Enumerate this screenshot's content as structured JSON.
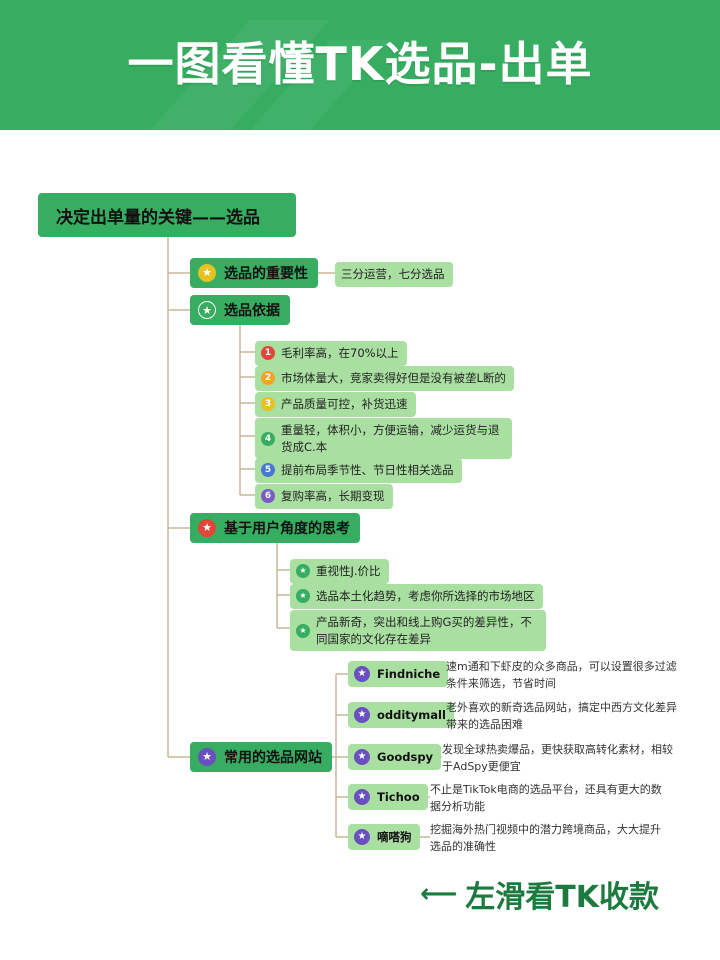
{
  "title": "一图看懂TK选品-出单",
  "root": "决定出单量的关键——选品",
  "importance": {
    "label": "选品的重要性",
    "note": "三分运营，七分选品"
  },
  "basis": {
    "label": "选品依据",
    "items": [
      {
        "no": "1",
        "text": "毛利率高，在70%以上",
        "color": "#e0463a"
      },
      {
        "no": "2",
        "text": "市场体量大，竞家卖得好但是没有被垄L断的",
        "color": "#f0a32b"
      },
      {
        "no": "3",
        "text": "产品质量可控，补货迅速",
        "color": "#e6c221"
      },
      {
        "no": "4",
        "text": "重量轻，体积小，方便运输，减少运货与退货成C.本",
        "color": "#36ad60"
      },
      {
        "no": "5",
        "text": "提前布局季节性、节日性相关选品",
        "color": "#4a76d4"
      },
      {
        "no": "6",
        "text": "复购率高，长期变现",
        "color": "#7b5ac8"
      }
    ]
  },
  "user": {
    "label": "基于用户角度的思考",
    "items": [
      "重视性J.价比",
      "选品本土化趋势，考虑你所选择的市场地区",
      "产品新奇，突出和线上购G买的差异性，不同国家的文化存在差异"
    ]
  },
  "tools": {
    "label": "常用的选品网站",
    "items": [
      {
        "name": "Findniche",
        "desc": "速m通和下虾皮的众多商品，可以设置很多过滤条件来筛选，节省时间"
      },
      {
        "name": "odditymall",
        "desc": "老外喜欢的新奇选品网站，搞定中西方文化差异带来的选品困难"
      },
      {
        "name": "Goodspy",
        "desc": "发现全球热卖爆品，更快获取高转化素材，相较于AdSpy更便宜"
      },
      {
        "name": "Tichoo",
        "desc": "不止是TikTok电商的选品平台，还具有更大的数据分析功能"
      },
      {
        "name": "嘀嗒狗",
        "desc": "挖掘海外热门视频中的潜力跨境商品，大大提升选品的准确性"
      }
    ]
  },
  "footer": {
    "arrow": "⟵",
    "text": "左滑看TK收款"
  },
  "colors": {
    "brand": "#36ad60",
    "leaf": "#a9e0a1",
    "line": "#c9b79a",
    "star_yellow": "#e6c221",
    "star_green": "#36ad60",
    "star_red": "#e0463a",
    "star_purple": "#6a4fc0"
  }
}
